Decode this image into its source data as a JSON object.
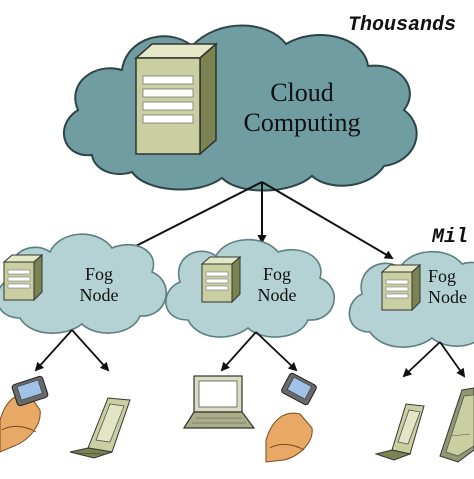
{
  "diagram": {
    "cloud": {
      "label_line1": "Cloud",
      "label_line2": "Computing"
    },
    "tier_labels": {
      "top": "Thousands",
      "middle": "Mil"
    },
    "fog_nodes": [
      {
        "label_line1": "Fog",
        "label_line2": "Node"
      },
      {
        "label_line1": "Fog",
        "label_line2": "Node"
      },
      {
        "label_line1": "Fog",
        "label_line2": "Node"
      }
    ],
    "devices": [
      "smartphone-in-hand",
      "pda",
      "laptop",
      "smartphone-in-hand",
      "pda",
      "tablet"
    ],
    "colors": {
      "cloud_fill": "#6f9da1",
      "cloud_stroke": "#2e4446",
      "fog_fill": "#b4d2d4",
      "fog_stroke": "#5d7f82",
      "server_face": "#c9cfa0",
      "server_side": "#7b8450",
      "arrow": "#111111"
    }
  }
}
